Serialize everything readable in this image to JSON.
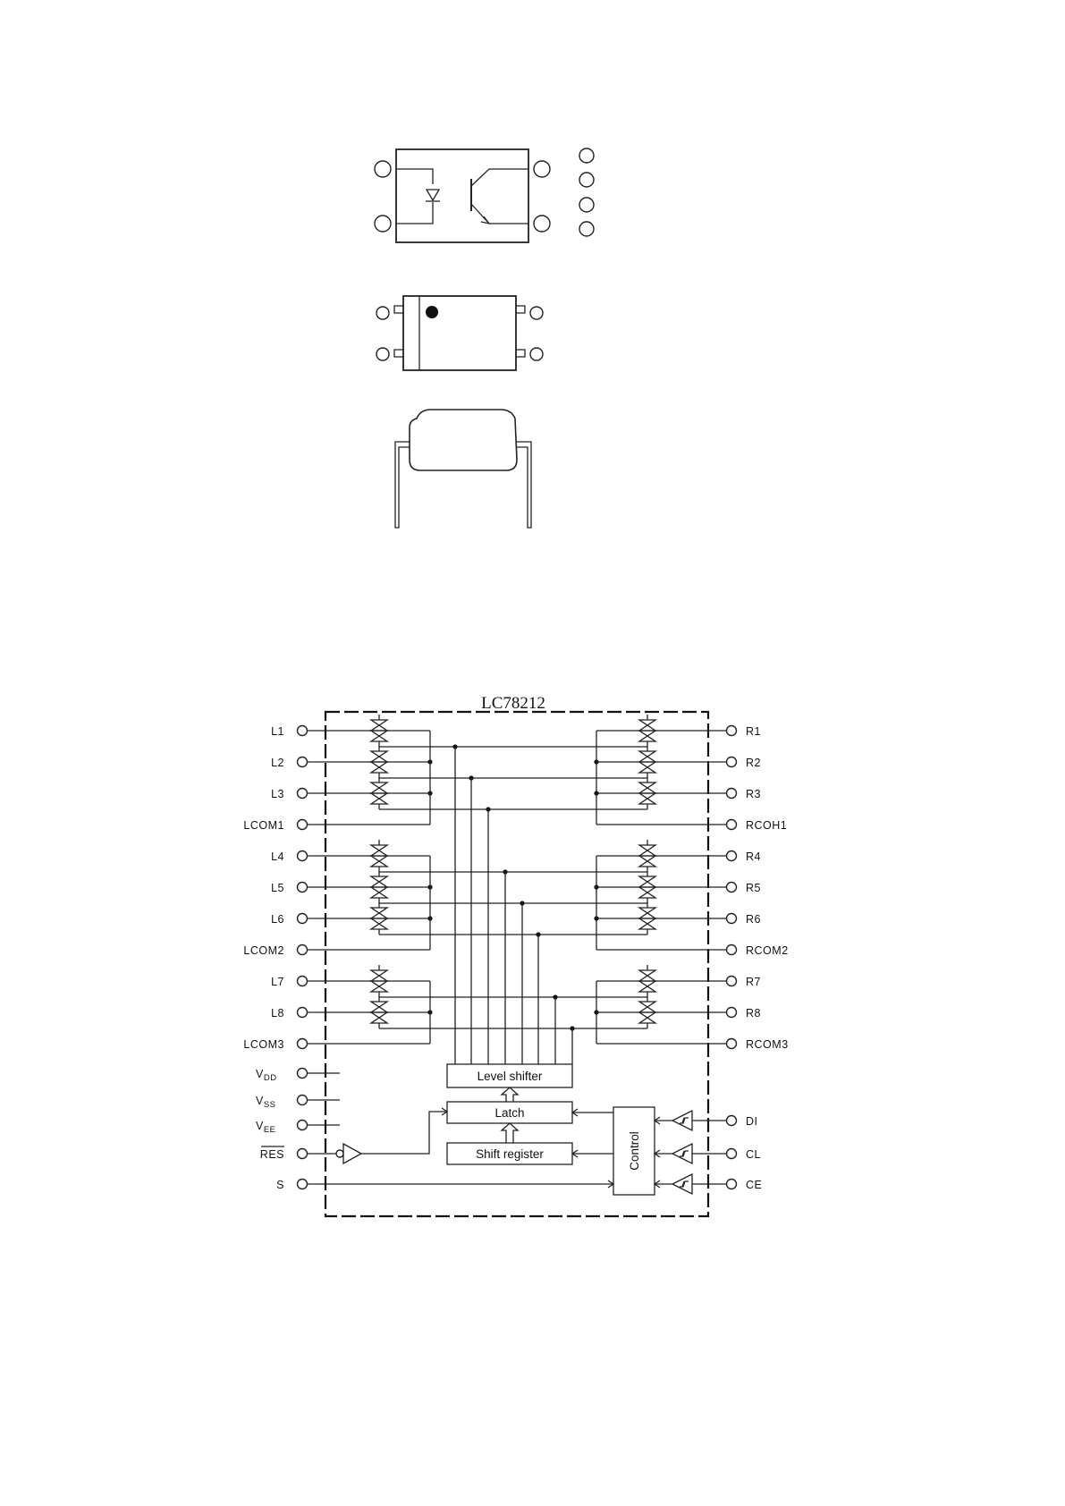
{
  "block_diagram": {
    "title": "LC78212",
    "left_pins": [
      "L1",
      "L2",
      "L3",
      "LCOM1",
      "L4",
      "L5",
      "L6",
      "LCOM2",
      "L7",
      "L8",
      "LCOM3"
    ],
    "right_pins": [
      "R1",
      "R2",
      "R3",
      "RCOH1",
      "R4",
      "R5",
      "R6",
      "RCOM2",
      "R7",
      "R8",
      "RCOM3"
    ],
    "supply_pins": [
      {
        "main": "V",
        "sub": "DD"
      },
      {
        "main": "V",
        "sub": "SS"
      },
      {
        "main": "V",
        "sub": "EE"
      }
    ],
    "res_pin": "RES",
    "s_pin": "S",
    "control_pins": [
      "DI",
      "CL",
      "CE"
    ],
    "blocks": {
      "level_shifter": "Level shifter",
      "latch": "Latch",
      "shift_register": "Shift register",
      "control": "Control"
    }
  }
}
